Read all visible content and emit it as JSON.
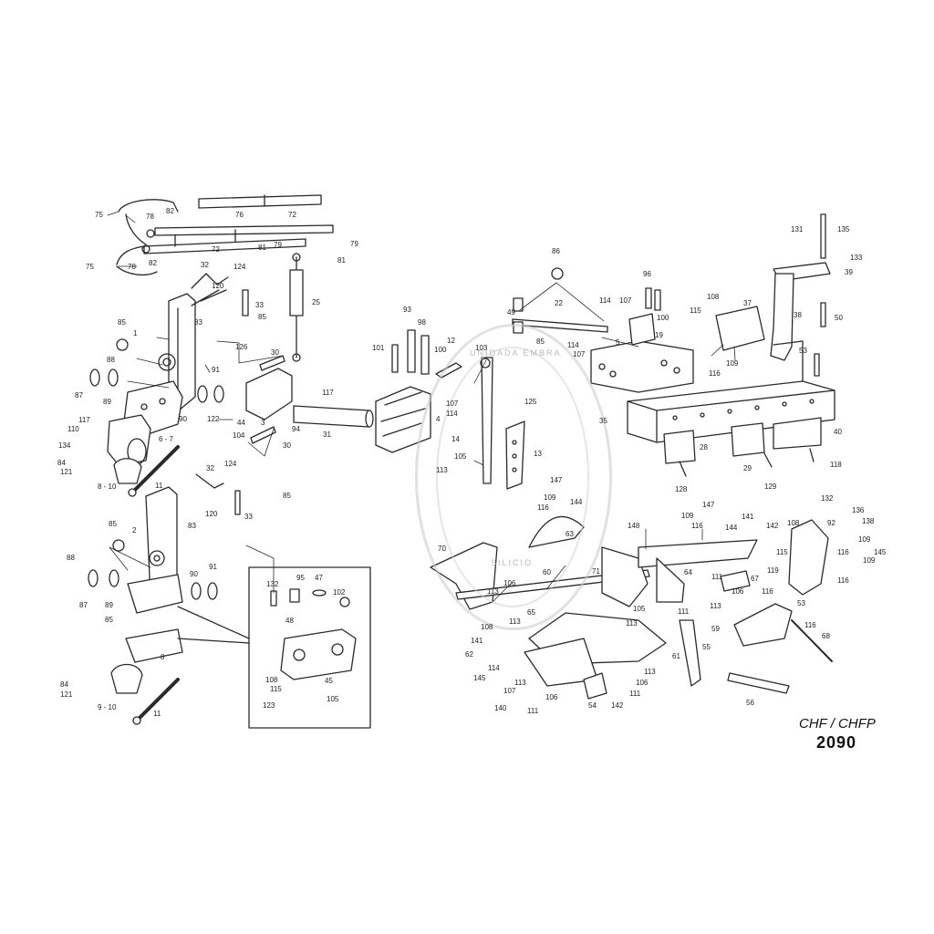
{
  "diagram": {
    "model_label": "CHF / CHFP",
    "code_label": "2090",
    "stamp": {
      "top_text": "UNIDADA EMBRA",
      "bottom_text": "SILICIO"
    },
    "callouts": [
      {
        "id": "c1",
        "text": "75"
      },
      {
        "id": "c2",
        "text": "78"
      },
      {
        "id": "c3",
        "text": "82"
      },
      {
        "id": "c4",
        "text": "76"
      },
      {
        "id": "c5",
        "text": "72"
      },
      {
        "id": "c6",
        "text": "72"
      },
      {
        "id": "c7",
        "text": "81"
      },
      {
        "id": "c8",
        "text": "79"
      },
      {
        "id": "c9",
        "text": "79"
      },
      {
        "id": "c10",
        "text": "81"
      },
      {
        "id": "c11",
        "text": "75"
      },
      {
        "id": "c12",
        "text": "78"
      },
      {
        "id": "c13",
        "text": "82"
      },
      {
        "id": "c14",
        "text": "32"
      },
      {
        "id": "c15",
        "text": "124"
      },
      {
        "id": "c16",
        "text": "120"
      },
      {
        "id": "c17",
        "text": "33"
      },
      {
        "id": "c18",
        "text": "25"
      },
      {
        "id": "c19",
        "text": "85"
      },
      {
        "id": "c20",
        "text": "83"
      },
      {
        "id": "c21",
        "text": "85"
      },
      {
        "id": "c22",
        "text": "1"
      },
      {
        "id": "c23",
        "text": "126"
      },
      {
        "id": "c24",
        "text": "30"
      },
      {
        "id": "c25",
        "text": "88"
      },
      {
        "id": "c26",
        "text": "91"
      },
      {
        "id": "c27",
        "text": "87"
      },
      {
        "id": "c28",
        "text": "89"
      },
      {
        "id": "c29",
        "text": "117"
      },
      {
        "id": "c30",
        "text": "90"
      },
      {
        "id": "c31",
        "text": "122"
      },
      {
        "id": "c32",
        "text": "44"
      },
      {
        "id": "c33",
        "text": "3"
      },
      {
        "id": "c34",
        "text": "94"
      },
      {
        "id": "c35",
        "text": "31"
      },
      {
        "id": "c36",
        "text": "117"
      },
      {
        "id": "c37",
        "text": "110"
      },
      {
        "id": "c38",
        "text": "134"
      },
      {
        "id": "c39",
        "text": "6 - 7"
      },
      {
        "id": "c40",
        "text": "104"
      },
      {
        "id": "c41",
        "text": "30"
      },
      {
        "id": "c42",
        "text": "84"
      },
      {
        "id": "c43",
        "text": "121"
      },
      {
        "id": "c44",
        "text": "8 - 10"
      },
      {
        "id": "c45",
        "text": "11"
      },
      {
        "id": "c46",
        "text": "32"
      },
      {
        "id": "c47",
        "text": "124"
      },
      {
        "id": "c48",
        "text": "85"
      },
      {
        "id": "c49",
        "text": "83"
      },
      {
        "id": "c50",
        "text": "120"
      },
      {
        "id": "c51",
        "text": "33"
      },
      {
        "id": "c52",
        "text": "85"
      },
      {
        "id": "c53",
        "text": "2"
      },
      {
        "id": "c54",
        "text": "88"
      },
      {
        "id": "c55",
        "text": "90"
      },
      {
        "id": "c56",
        "text": "91"
      },
      {
        "id": "c57",
        "text": "87"
      },
      {
        "id": "c58",
        "text": "89"
      },
      {
        "id": "c59",
        "text": "85"
      },
      {
        "id": "c60",
        "text": "8"
      },
      {
        "id": "c61",
        "text": "84"
      },
      {
        "id": "c62",
        "text": "121"
      },
      {
        "id": "c63",
        "text": "9 - 10"
      },
      {
        "id": "c64",
        "text": "11"
      },
      {
        "id": "c65",
        "text": "132"
      },
      {
        "id": "c66",
        "text": "95"
      },
      {
        "id": "c67",
        "text": "47"
      },
      {
        "id": "c68",
        "text": "102"
      },
      {
        "id": "c69",
        "text": "48"
      },
      {
        "id": "c70",
        "text": "108"
      },
      {
        "id": "c71",
        "text": "115"
      },
      {
        "id": "c72",
        "text": "45"
      },
      {
        "id": "c73",
        "text": "123"
      },
      {
        "id": "c74",
        "text": "105"
      },
      {
        "id": "c75",
        "text": "93"
      },
      {
        "id": "c76",
        "text": "98"
      },
      {
        "id": "c77",
        "text": "101"
      },
      {
        "id": "c78",
        "text": "100"
      },
      {
        "id": "c79",
        "text": "12"
      },
      {
        "id": "c80",
        "text": "107"
      },
      {
        "id": "c81",
        "text": "114"
      },
      {
        "id": "c82",
        "text": "4"
      },
      {
        "id": "c83",
        "text": "103"
      },
      {
        "id": "c84",
        "text": "14"
      },
      {
        "id": "c85",
        "text": "105"
      },
      {
        "id": "c86",
        "text": "113"
      },
      {
        "id": "c87",
        "text": "13"
      },
      {
        "id": "c88",
        "text": "125"
      },
      {
        "id": "c89",
        "text": "147"
      },
      {
        "id": "c90",
        "text": "86"
      },
      {
        "id": "c91",
        "text": "49"
      },
      {
        "id": "c92",
        "text": "22"
      },
      {
        "id": "c93",
        "text": "85"
      },
      {
        "id": "c94",
        "text": "5"
      },
      {
        "id": "c95",
        "text": "114"
      },
      {
        "id": "c96",
        "text": "107"
      },
      {
        "id": "c97",
        "text": "96"
      },
      {
        "id": "c98",
        "text": "100"
      },
      {
        "id": "c99",
        "text": "19"
      },
      {
        "id": "c100",
        "text": "114"
      },
      {
        "id": "c101",
        "text": "107"
      },
      {
        "id": "c102",
        "text": "35"
      },
      {
        "id": "c103",
        "text": "108"
      },
      {
        "id": "c104",
        "text": "115"
      },
      {
        "id": "c105",
        "text": "37"
      },
      {
        "id": "c106",
        "text": "116"
      },
      {
        "id": "c107",
        "text": "109"
      },
      {
        "id": "c108",
        "text": "131"
      },
      {
        "id": "c109",
        "text": "135"
      },
      {
        "id": "c110",
        "text": "133"
      },
      {
        "id": "c111",
        "text": "39"
      },
      {
        "id": "c112",
        "text": "38"
      },
      {
        "id": "c113",
        "text": "50"
      },
      {
        "id": "c114",
        "text": "53"
      },
      {
        "id": "c115",
        "text": "40"
      },
      {
        "id": "c116",
        "text": "118"
      },
      {
        "id": "c117",
        "text": "28"
      },
      {
        "id": "c118",
        "text": "29"
      },
      {
        "id": "c119",
        "text": "128"
      },
      {
        "id": "c120",
        "text": "129"
      },
      {
        "id": "c121",
        "text": "109"
      },
      {
        "id": "c122",
        "text": "144"
      },
      {
        "id": "c123",
        "text": "116"
      },
      {
        "id": "c124",
        "text": "63"
      },
      {
        "id": "c125",
        "text": "70"
      },
      {
        "id": "c126",
        "text": "106"
      },
      {
        "id": "c127",
        "text": "113"
      },
      {
        "id": "c128",
        "text": "60"
      },
      {
        "id": "c129",
        "text": "71"
      },
      {
        "id": "c130",
        "text": "148"
      },
      {
        "id": "c131",
        "text": "109"
      },
      {
        "id": "c132",
        "text": "147"
      },
      {
        "id": "c133",
        "text": "116"
      },
      {
        "id": "c134",
        "text": "144"
      },
      {
        "id": "c135",
        "text": "141"
      },
      {
        "id": "c136",
        "text": "142"
      },
      {
        "id": "c137",
        "text": "64"
      },
      {
        "id": "c138",
        "text": "111"
      },
      {
        "id": "c139",
        "text": "67"
      },
      {
        "id": "c140",
        "text": "106"
      },
      {
        "id": "c141",
        "text": "113"
      },
      {
        "id": "c142",
        "text": "105"
      },
      {
        "id": "c143",
        "text": "113"
      },
      {
        "id": "c144",
        "text": "111"
      },
      {
        "id": "c145",
        "text": "65"
      },
      {
        "id": "c146",
        "text": "113"
      },
      {
        "id": "c147",
        "text": "108"
      },
      {
        "id": "c148",
        "text": "141"
      },
      {
        "id": "c149",
        "text": "62"
      },
      {
        "id": "c150",
        "text": "61"
      },
      {
        "id": "c151",
        "text": "55"
      },
      {
        "id": "c152",
        "text": "114"
      },
      {
        "id": "c153",
        "text": "113"
      },
      {
        "id": "c154",
        "text": "145"
      },
      {
        "id": "c155",
        "text": "107"
      },
      {
        "id": "c156",
        "text": "106"
      },
      {
        "id": "c157",
        "text": "140"
      },
      {
        "id": "c158",
        "text": "111"
      },
      {
        "id": "c159",
        "text": "54"
      },
      {
        "id": "c160",
        "text": "142"
      },
      {
        "id": "c161",
        "text": "113"
      },
      {
        "id": "c162",
        "text": "106"
      },
      {
        "id": "c163",
        "text": "111"
      },
      {
        "id": "c164",
        "text": "132"
      },
      {
        "id": "c165",
        "text": "136"
      },
      {
        "id": "c166",
        "text": "108"
      },
      {
        "id": "c167",
        "text": "92"
      },
      {
        "id": "c168",
        "text": "138"
      },
      {
        "id": "c169",
        "text": "109"
      },
      {
        "id": "c170",
        "text": "115"
      },
      {
        "id": "c171",
        "text": "116"
      },
      {
        "id": "c172",
        "text": "145"
      },
      {
        "id": "c173",
        "text": "119"
      },
      {
        "id": "c174",
        "text": "109"
      },
      {
        "id": "c175",
        "text": "116"
      },
      {
        "id": "c176",
        "text": "116"
      },
      {
        "id": "c177",
        "text": "53"
      },
      {
        "id": "c178",
        "text": "116"
      },
      {
        "id": "c179",
        "text": "59"
      },
      {
        "id": "c180",
        "text": "68"
      },
      {
        "id": "c181",
        "text": "56"
      }
    ]
  }
}
